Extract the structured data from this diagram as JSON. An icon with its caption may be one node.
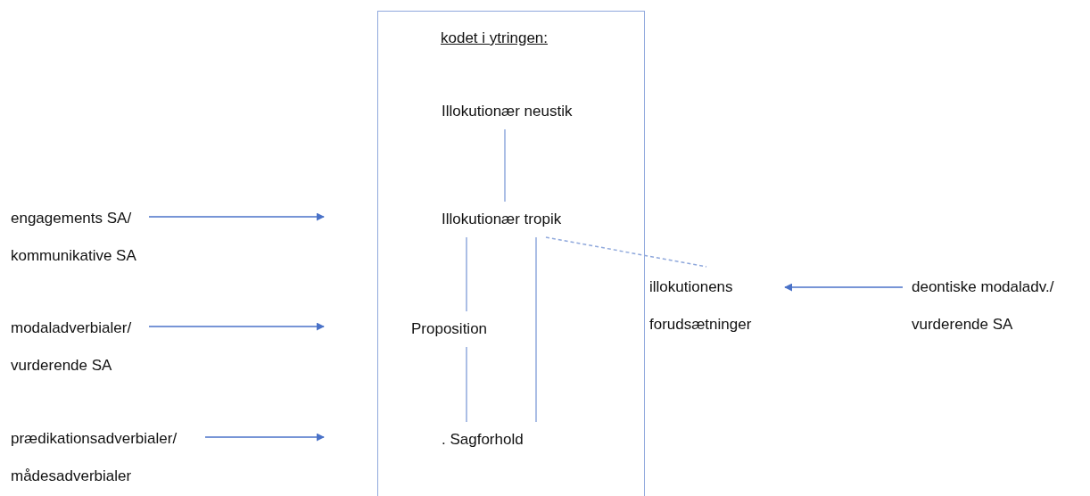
{
  "diagram": {
    "nodes": [
      {
        "text": [
          "kodet i ytringen:"
        ]
      },
      {
        "text": [
          "Illokutionær neustik"
        ],
        "in": 0
      },
      {
        "text": [
          "Illokutionær tropik"
        ],
        "in": 0
      },
      {
        "text": [
          "Proposition"
        ],
        "in": 0
      },
      {
        "text": [
          ". Sagforhold"
        ],
        "in": 0
      },
      {
        "text": [
          "engagements SA/ kommunikative SA"
        ]
      },
      {
        "text": [
          "modaladverbialer/ vurderende SA"
        ]
      },
      {
        "text": [
          "prædikationsadverbialer/ mådesadverbialer"
        ]
      },
      {
        "text": [
          "illokutionens forudsætninger"
        ]
      },
      {
        "text": [
          "deontiske modaladv./ vurderende SA"
        ]
      }
    ],
    "edges": [
      {
        "from": 1,
        "to": 2,
        "arrow": "none"
      },
      {
        "from": 2,
        "to": 3,
        "arrow": "none"
      },
      {
        "from": 3,
        "to": 4,
        "arrow": "none"
      },
      {
        "from": 2,
        "to": 4,
        "arrow": "none"
      },
      {
        "from": 2,
        "to": 8,
        "arrow": "none",
        "style": "dashed"
      },
      {
        "from": 5,
        "to": null,
        "arrow": "to"
      },
      {
        "from": 6,
        "to": null,
        "arrow": "to"
      },
      {
        "from": 7,
        "to": null,
        "arrow": "to"
      },
      {
        "from": 9,
        "to": 8,
        "arrow": "to"
      }
    ]
  }
}
